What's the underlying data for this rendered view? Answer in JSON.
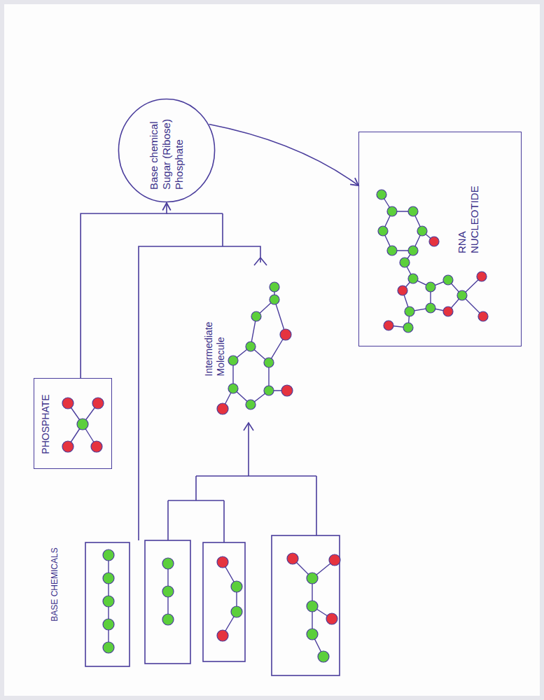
{
  "diagram": {
    "nodes": [
      {
        "text": [
          "PHOSPHATE"
        ]
      },
      {
        "text": [
          "Base chemical Sugar (Ribose) Phosphate"
        ]
      },
      {
        "text": [
          "RNA NUCLEOTIDE"
        ]
      }
    ],
    "edges": [
      {
        "from": 0,
        "to": 1,
        "arrow": "to"
      },
      {
        "from": 1,
        "to": 2,
        "arrow": "to"
      }
    ],
    "labels": [
      "BASE CHEMICALS",
      "Intermediate Molecule"
    ]
  }
}
